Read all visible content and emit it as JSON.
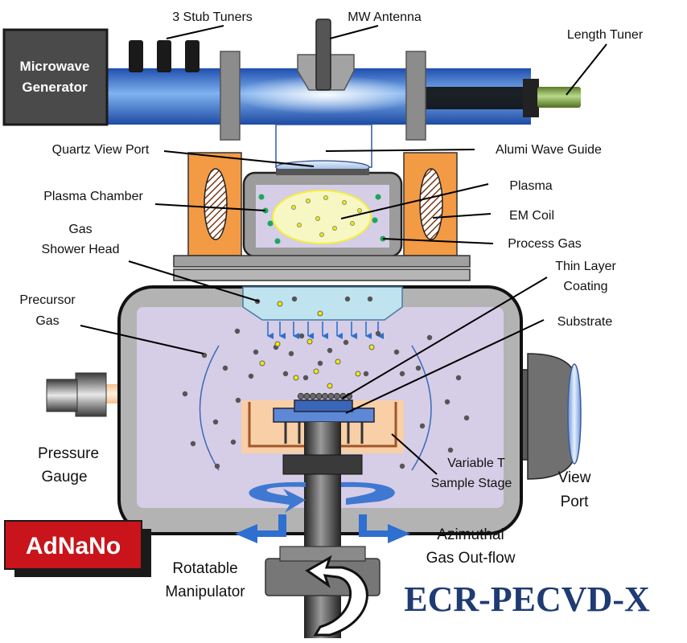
{
  "labels": {
    "stub_tuners": "3 Stub Tuners",
    "mw_antenna": "MW Antenna",
    "length_tuner": "Length Tuner",
    "microwave_generator_1": "Microwave",
    "microwave_generator_2": "Generator",
    "quartz_view_port": "Quartz View Port",
    "alumi_wave_guide": "Alumi Wave Guide",
    "plasma_chamber": "Plasma Chamber",
    "plasma": "Plasma",
    "em_coil": "EM Coil",
    "process_gas": "Process Gas",
    "gas_shower_head_1": "Gas",
    "gas_shower_head_2": "Shower Head",
    "thin_layer_coating_1": "Thin Layer",
    "thin_layer_coating_2": "Coating",
    "precursor_gas_1": "Precursor",
    "precursor_gas_2": "Gas",
    "substrate": "Substrate",
    "pressure_gauge_1": "Pressure",
    "pressure_gauge_2": "Gauge",
    "variable_t_stage_1": "Variable T",
    "variable_t_stage_2": "Sample Stage",
    "view_port_1": "View",
    "view_port_2": "Port",
    "azimuthal_outflow_1": "Azimuthal",
    "azimuthal_outflow_2": "Gas Out-flow",
    "rotatable_manipulator_1": "Rotatable",
    "rotatable_manipulator_2": "Manipulator"
  },
  "brand": {
    "logo_text": "AdNaNo",
    "product_name": "ECR-PECVD-X"
  },
  "colors": {
    "waveguide_blue": "#2f6fd0",
    "coil_orange": "#f39a45",
    "chamber_lavender": "#d6cde6",
    "plasma_yellow": "#f7f7c4",
    "shower_head": "#bfe4ef",
    "process_gas_green": "#1aa85a",
    "logo_red": "#c8141a",
    "brand_navy": "#1f3b73"
  }
}
